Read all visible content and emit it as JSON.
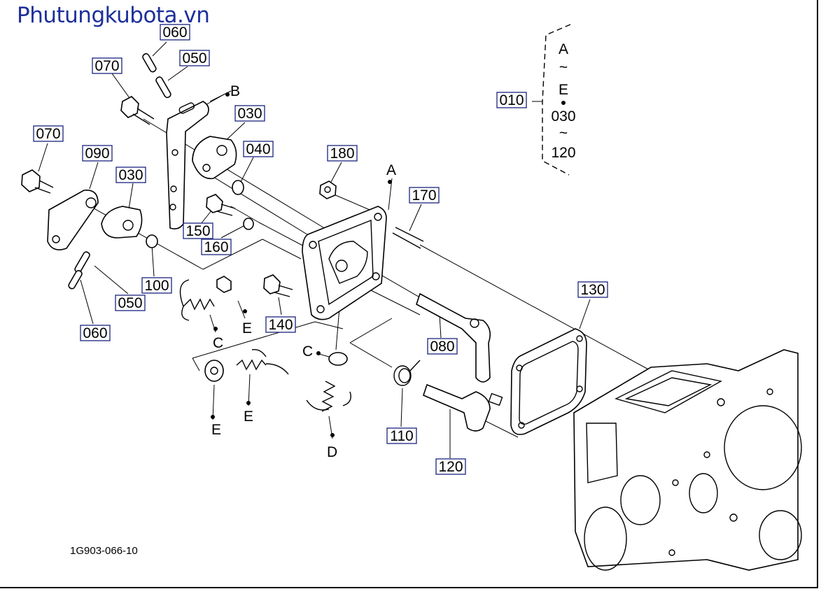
{
  "watermark": "Phutungkubota.vn",
  "drawing_code": "1G903-066-10",
  "part_labels": [
    "060",
    "050",
    "070",
    "030",
    "040",
    "070",
    "090",
    "030",
    "150",
    "160",
    "100",
    "050",
    "060",
    "180",
    "170",
    "130",
    "080",
    "140",
    "110",
    "120",
    "010"
  ],
  "reference_letters": [
    "B",
    "A",
    "C",
    "E",
    "E",
    "E",
    "D",
    "C"
  ],
  "legend": {
    "lines": [
      "A",
      "~",
      "E",
      "•",
      "030",
      "~",
      "120"
    ]
  }
}
